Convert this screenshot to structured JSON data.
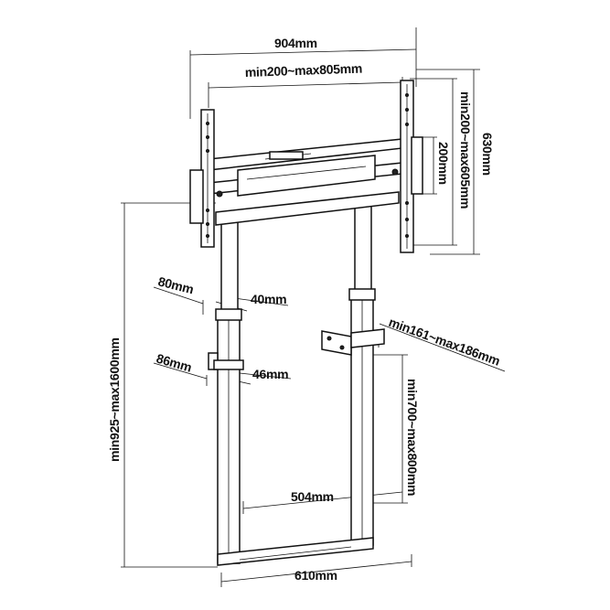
{
  "dimensions": {
    "overall_width": "904mm",
    "vesa_horizontal": "min200~max805mm",
    "panel_height": "630mm",
    "vesa_vertical": "min200~max605mm",
    "rail_height": "200mm",
    "upper_depth": "80mm",
    "upper_column": "40mm",
    "lower_depth": "86mm",
    "lower_column": "46mm",
    "wall_bracket": "min161~max186mm",
    "total_height": "min925~max1600mm",
    "column_height": "min700~max800mm",
    "inner_width": "504mm",
    "base_width": "610mm"
  },
  "colors": {
    "line": "#111111",
    "background": "#ffffff"
  }
}
